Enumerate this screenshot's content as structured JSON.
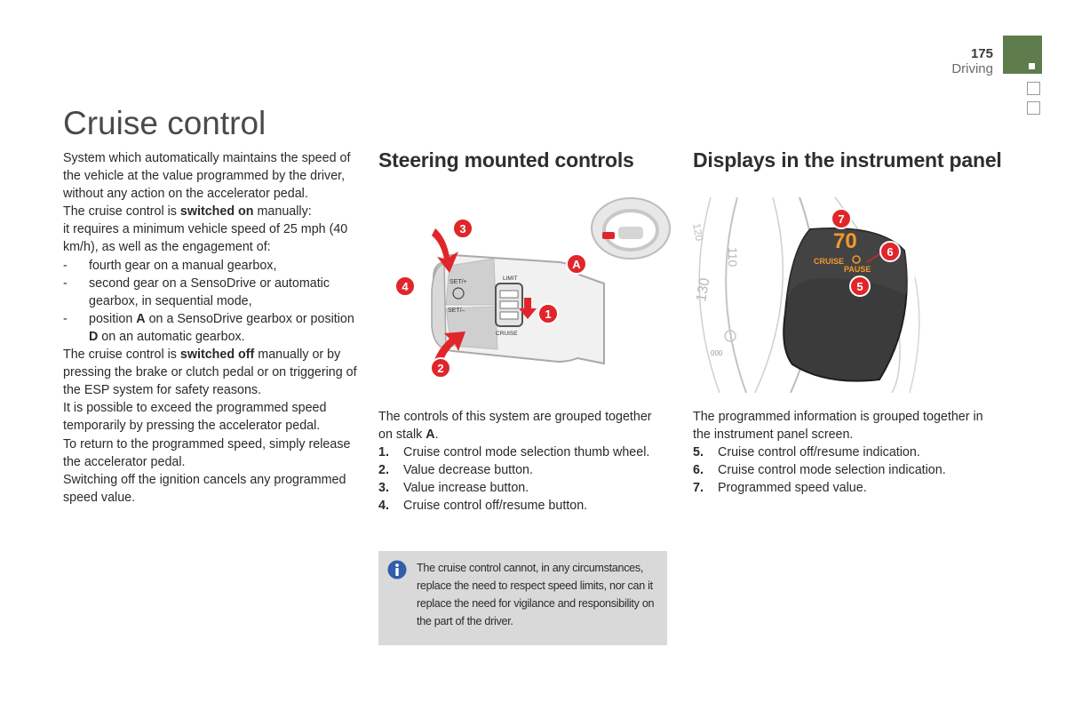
{
  "header": {
    "page_number": "175",
    "section": "Driving",
    "accent_color": "#5e7c4c"
  },
  "title": "Cruise control",
  "intro": {
    "p1": "System which automatically maintains the speed of the vehicle at the value programmed by the driver, without any action on the accelerator pedal.",
    "p2_pre": "The cruise control is ",
    "p2_bold": "switched on",
    "p2_post": " manually:",
    "p3": "it requires a minimum vehicle speed of 25 mph (40 km/h), as well as the engagement of:",
    "bullets": {
      "b1": "fourth gear on a manual gearbox,",
      "b2": "second gear on a SensoDrive or automatic gearbox, in sequential mode,",
      "b3_pre": "position ",
      "b3_a": "A",
      "b3_mid": " on a SensoDrive gearbox or position ",
      "b3_d": "D",
      "b3_post": " on an automatic gearbox."
    },
    "p4_pre": "The cruise control is ",
    "p4_bold": "switched off",
    "p4_post": " manually or by pressing the brake or clutch pedal or on triggering of the ESP system for safety reasons.",
    "p5": "It is possible to exceed the programmed speed temporarily by pressing the accelerator pedal.",
    "p6": "To return to the programmed speed, simply release the accelerator pedal.",
    "p7": "Switching off the ignition cancels any programmed speed value."
  },
  "steering": {
    "heading": "Steering mounted controls",
    "intro_pre": "The controls of this system are grouped together on stalk ",
    "intro_bold": "A",
    "intro_post": ".",
    "items": [
      {
        "num": "1.",
        "text": "Cruise control mode selection thumb wheel."
      },
      {
        "num": "2.",
        "text": "Value decrease button."
      },
      {
        "num": "3.",
        "text": "Value increase button."
      },
      {
        "num": "4.",
        "text": "Cruise control off/resume button."
      }
    ],
    "figure": {
      "label_a": "A",
      "label_1": "1",
      "label_2": "2",
      "label_3": "3",
      "label_4": "4",
      "set_plus": "SET/+",
      "set_minus": "SET/–",
      "limit": "LIMIT",
      "cruise": "CRUISE"
    }
  },
  "display": {
    "heading": "Displays in the instrument panel",
    "intro": "The programmed information is grouped together in the instrument panel screen.",
    "items": [
      {
        "num": "5.",
        "text": "Cruise control off/resume indication."
      },
      {
        "num": "6.",
        "text": "Cruise control mode selection indication."
      },
      {
        "num": "7.",
        "text": "Programmed speed value."
      }
    ],
    "figure": {
      "speed": "70",
      "cruise": "CRUISE",
      "pause": "PAUSE",
      "label_5": "5",
      "label_6": "6",
      "label_7": "7",
      "odo": "000",
      "dial_130": "130",
      "dial_110": "110",
      "dial_120": "120"
    }
  },
  "note": {
    "icon": "info-icon",
    "text": "The cruise control cannot, in any circumstances, replace the need to respect speed limits, nor can it replace the need for vigilance and responsibility on the part of the driver."
  },
  "colors": {
    "callout_red": "#e0262b",
    "display_amber": "#f29a2e",
    "note_bg": "#d9d9d9"
  }
}
